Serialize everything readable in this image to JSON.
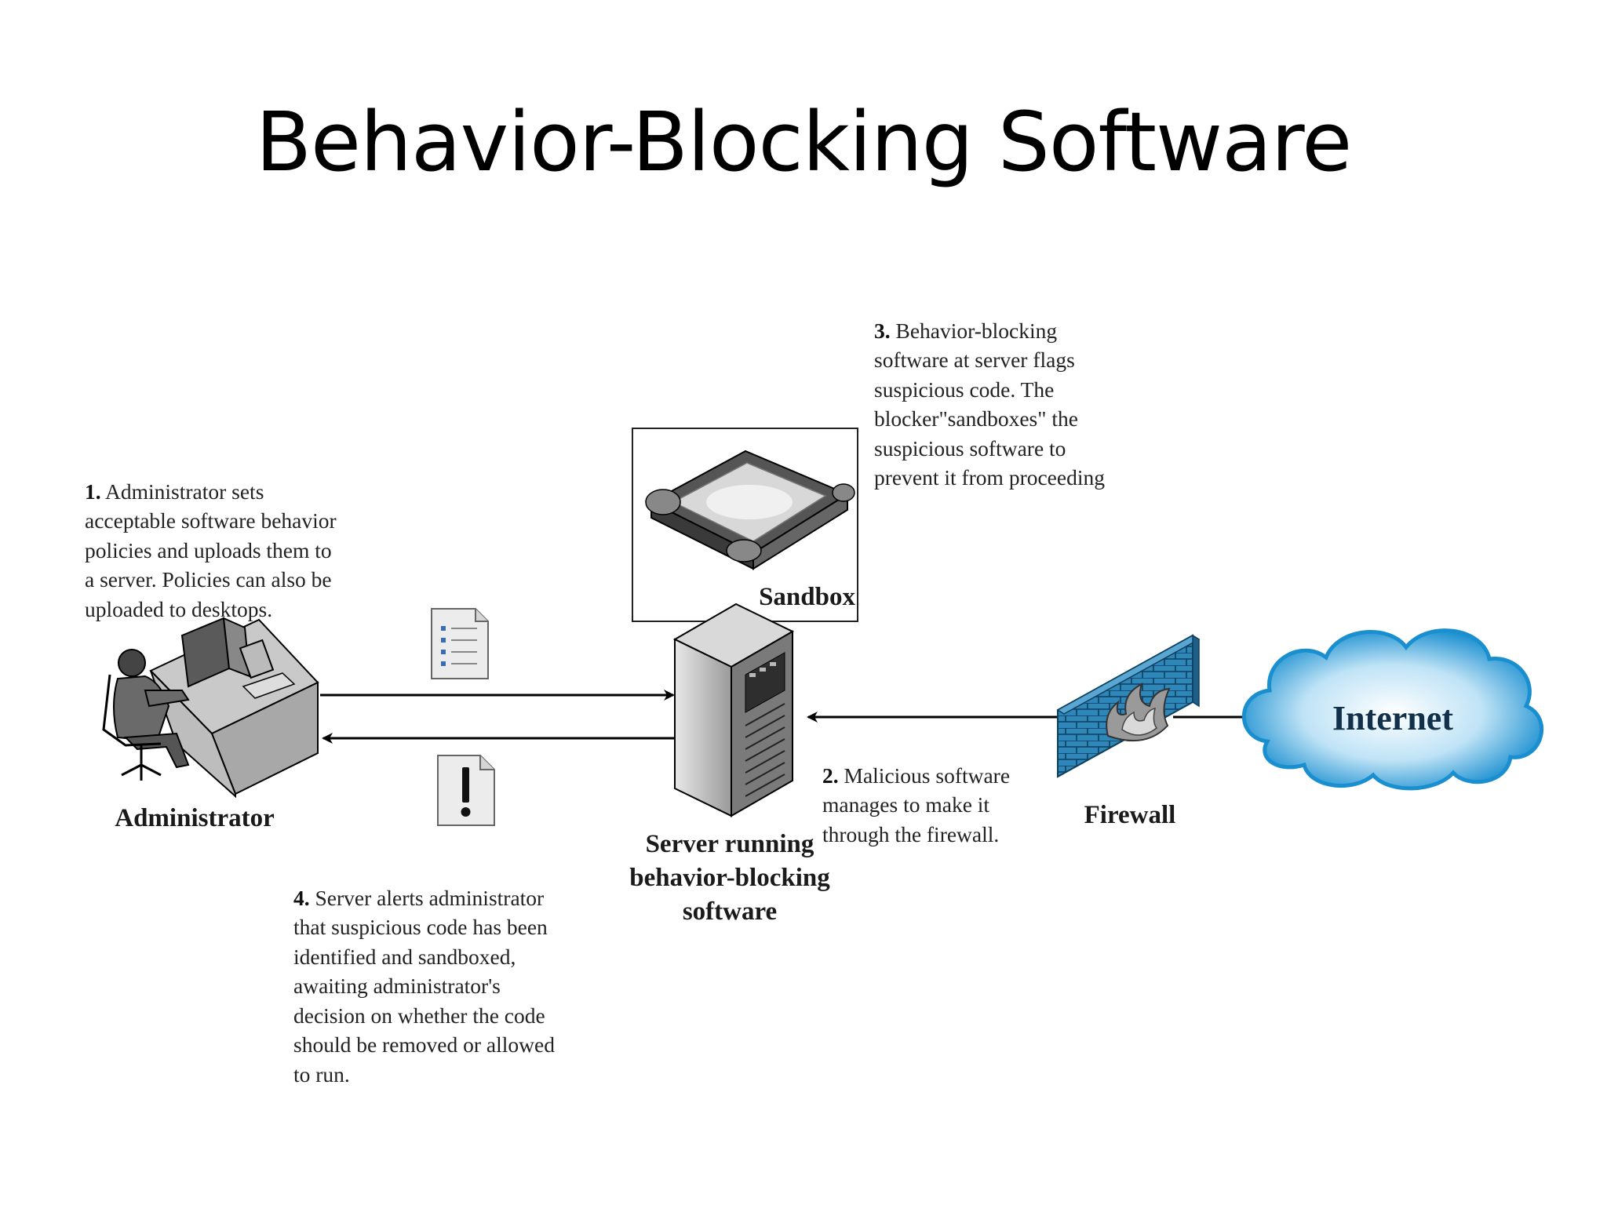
{
  "slide": {
    "title": "Behavior-Blocking Software"
  },
  "steps": [
    {
      "num": "1.",
      "text": "Administrator sets\nacceptable software behavior\npolicies and uploads them to\na server. Policies can also be\nuploaded to desktops."
    },
    {
      "num": "2.",
      "text": "Malicious software\nmanages to make it\nthrough the firewall."
    },
    {
      "num": "3.",
      "text": "Behavior-blocking\nsoftware at server flags\nsuspicious code. The\nblocker\"sandboxes\" the\nsuspicious software to\nprevent it from proceeding"
    },
    {
      "num": "4.",
      "text": "Server alerts administrator\nthat suspicious code has been\nidentified and sandboxed,\nawaiting administrator's\ndecision on whether the code\nshould be removed or allowed\nto run."
    }
  ],
  "labels": {
    "administrator": "Administrator",
    "server": "Server running\nbehavior-blocking\nsoftware",
    "sandbox": "Sandbox",
    "firewall": "Firewall",
    "internet": "Internet"
  },
  "icons": {
    "policy_document": "policy-document-icon",
    "alert_document": "alert-document-icon"
  },
  "colors": {
    "cloud_fill_center": "#ffffff",
    "cloud_fill_edge": "#1a8fd0",
    "cloud_stroke": "#1a8fd0",
    "firewall_brick": "#2f86b8"
  }
}
